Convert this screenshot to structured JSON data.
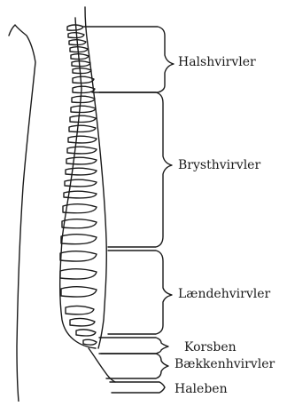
{
  "labels": {
    "cervical": "Halshvirvler",
    "thoracic": "Brysthvirvler",
    "lumbar": "Lændehvirvler",
    "sacrum": "Korsben",
    "pelvic": "Bækkenhvirvler",
    "coccyx": "Haleben"
  },
  "colors": {
    "ink": "#1a1a1a",
    "paper": "#ffffff"
  }
}
